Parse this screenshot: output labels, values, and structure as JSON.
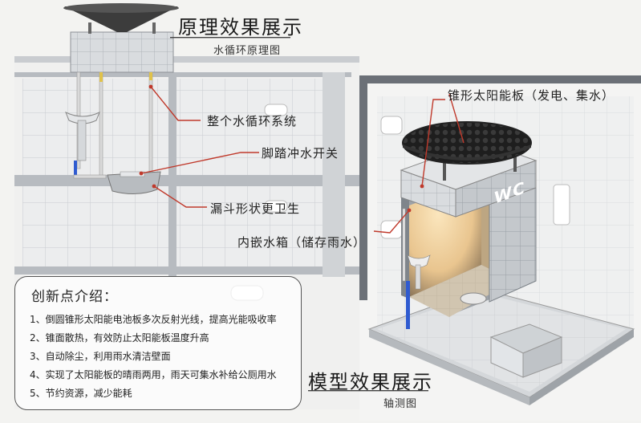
{
  "principle": {
    "title": "原理效果展示",
    "subtitle": "水循环原理图"
  },
  "model": {
    "title": "模型效果展示",
    "subtitle": "轴测图",
    "wc_sign": "WC"
  },
  "callouts": {
    "whole_system": "整个水循环系统",
    "foot_switch": "脚踏冲水开关",
    "funnel_toilet": "漏斗形状更卫生",
    "water_tank": "内嵌水箱（储存雨水）",
    "solar_panel": "锥形太阳能板（发电、集水）"
  },
  "innovation": {
    "title": "创新点介绍：",
    "items": [
      "1、倒圆锥形太阳能电池板多次反射光线，提高光能吸收率",
      "2、锥面散热，有效防止太阳能板温度升高",
      "3、自动除尘，利用雨水清洁壁面",
      "4、实现了太阳能板的晴雨两用，雨天可集水补给公厕用水",
      "5、节约资源，减少能耗"
    ]
  },
  "colors": {
    "leader_line": "#c0392b",
    "tile": "#e6e8ea",
    "tile_line": "#b9bdc2",
    "building_wall": "#8f959b",
    "dark_frame": "#6b7077",
    "solar_cone": "#2b2b2b",
    "warm_light": "#f2d9a8",
    "pipe_blue": "#2f5bd0",
    "pipe_yellow": "#e0c24a"
  }
}
